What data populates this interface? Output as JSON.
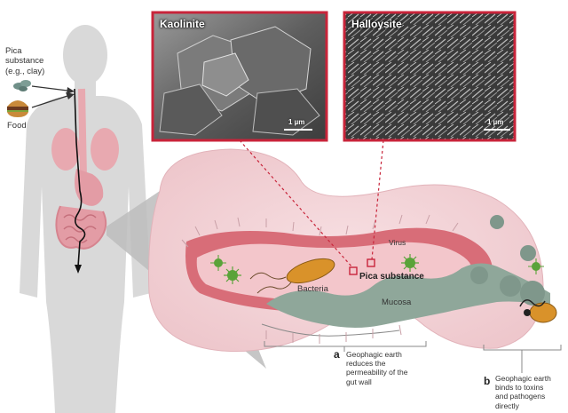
{
  "labels": {
    "pica_line1": "Pica",
    "pica_line2": "substance",
    "pica_line3": "(e.g., clay)",
    "food": "Food",
    "kaolinite": "Kaolinite",
    "halloysite": "Halloysite",
    "scale_kaolinite": "1 µm",
    "scale_halloysite": "1 µm",
    "virus": "Virus",
    "bacteria": "Bacteria",
    "pica_substance": "Pica substance",
    "mucosa": "Mucosa"
  },
  "captions": {
    "a_letter": "a",
    "a_line1": "Geophagic earth",
    "a_line2": "reduces the",
    "a_line3": "permeability of the",
    "a_line4": "gut wall",
    "b_letter": "b",
    "b_line1": "Geophagic earth",
    "b_line2": "binds to toxins",
    "b_line3": "and pathogens",
    "b_line4": "directly"
  },
  "colors": {
    "body_silhouette": "#d9d9d9",
    "organ_pink": "#e8a9b0",
    "gut_red": "#d9707a",
    "lumen_pink": "#f3c6cb",
    "mucosa_green": "#8fa79a",
    "panel_border": "#c8243a",
    "bacterium": "#d9922a",
    "virus_green": "#5aa33a"
  }
}
